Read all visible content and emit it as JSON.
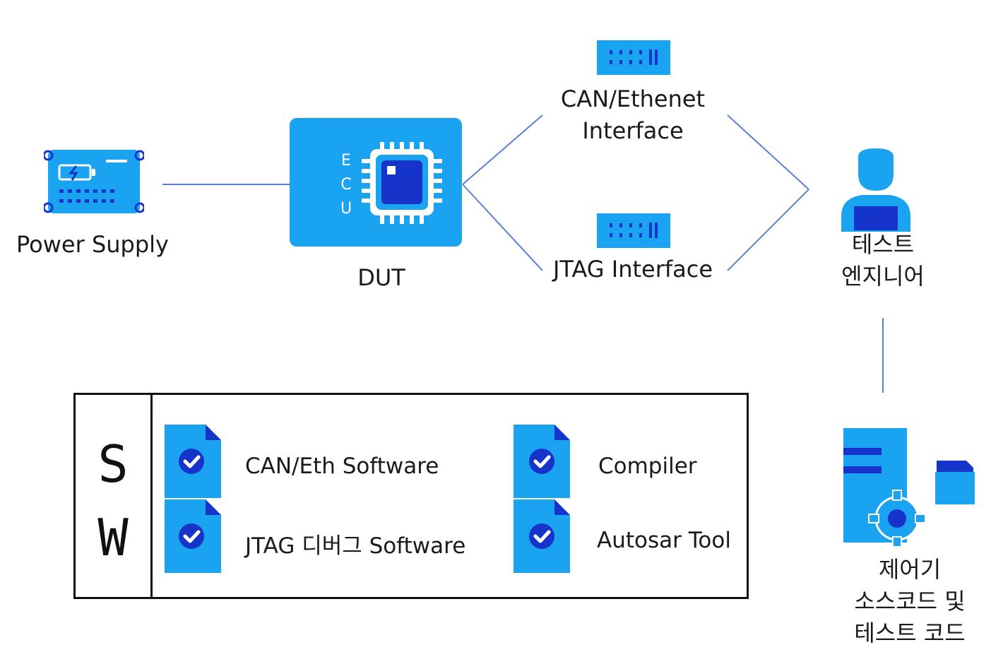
{
  "nodes": {
    "power_supply": "Power Supply",
    "dut": "DUT",
    "ecu": [
      "E",
      "C",
      "U"
    ],
    "can_interface": "CAN/Ethenet\nInterface",
    "jtag_interface": "JTAG Interface",
    "test_engineer": "테스트\n엔지니어",
    "source_code": "제어기\n소스코드 및\n테스트 코드"
  },
  "sw_panel": {
    "letters": [
      "S",
      "W"
    ],
    "items": [
      "CAN/Eth Software",
      "Compiler",
      "JTAG 디버그 Software",
      "Autosar Tool"
    ]
  },
  "colors": {
    "accent": "#1aa3f0",
    "accent_light": "#3bb4f5",
    "dark_blue": "#1634c9",
    "line": "#5b7fd6"
  },
  "icons": [
    "battery-icon",
    "chip-icon",
    "network-card-icon",
    "user-icon",
    "server-gear-icon",
    "folder-icon",
    "check-document-icon"
  ]
}
